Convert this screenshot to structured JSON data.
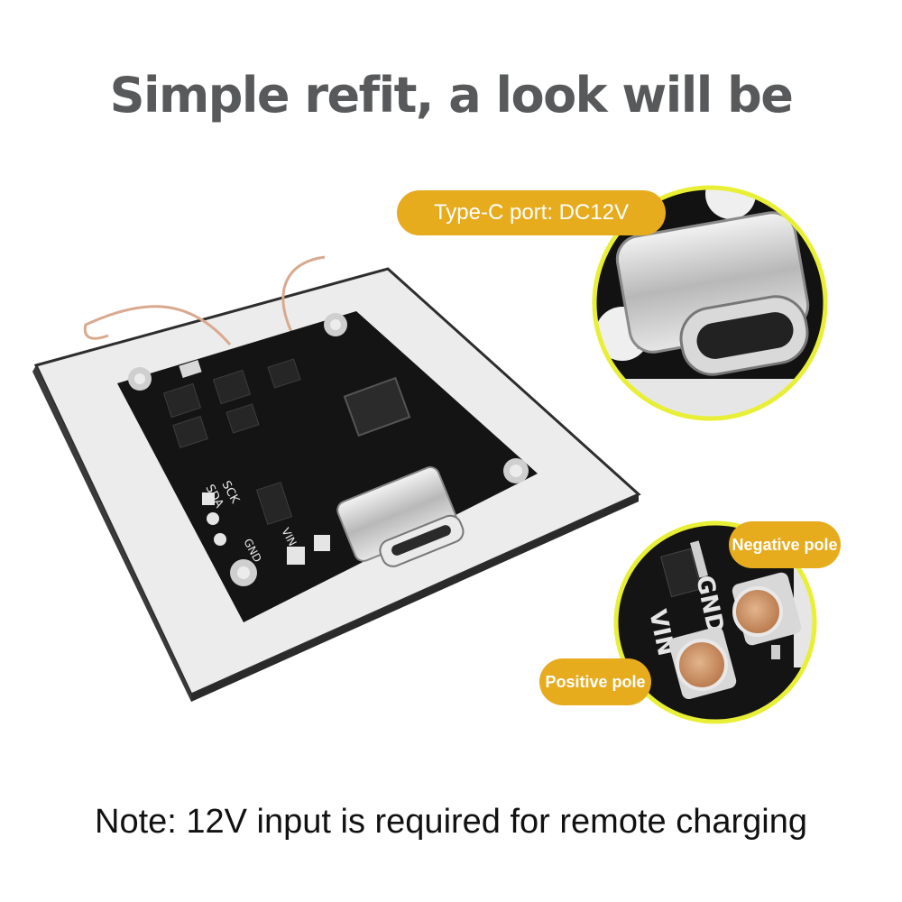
{
  "headline": "Simple refit, a look will be",
  "note": "Note: 12V input is required for remote charging",
  "callouts": {
    "port": "Type-C port: DC12V",
    "negative": "Negative pole",
    "positive": "Positive pole"
  },
  "pcb_labels": {
    "sda": "SDA",
    "sck": "SCK",
    "gnd": "GND",
    "vin": "VIN"
  },
  "colors": {
    "accent": "#e7ab1e",
    "ring": "#e8ef35",
    "headline": "#58595b",
    "board": "#141414",
    "copper": "#c98a5e"
  }
}
